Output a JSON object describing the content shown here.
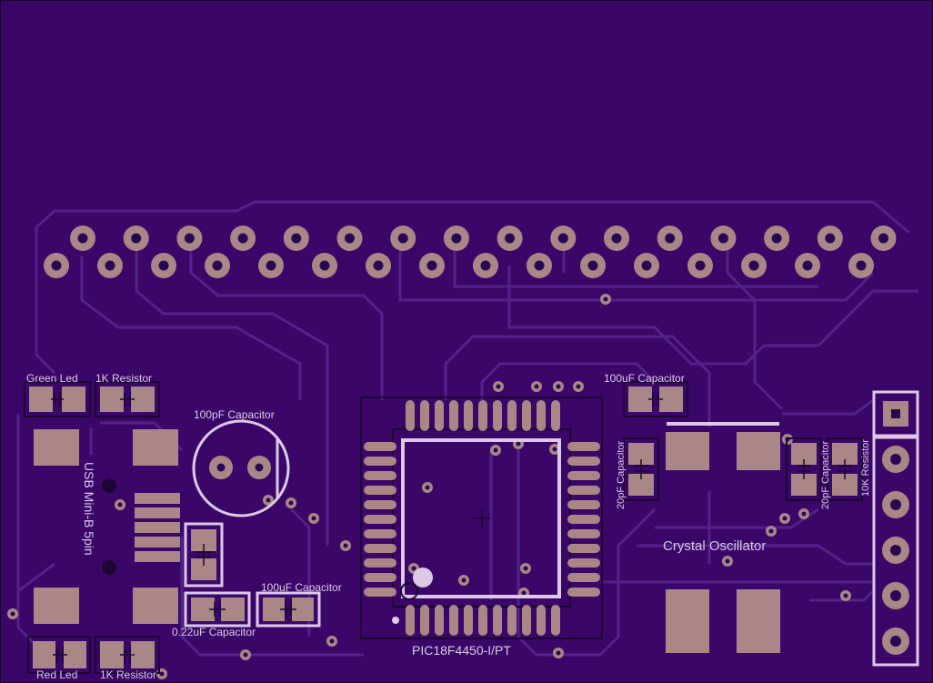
{
  "board": {
    "colors": {
      "substrate": "#3a0768",
      "trace": "#52218a",
      "copper": "#a98787",
      "silkscreen": "#dcc9e8",
      "drill": "#2a0752"
    },
    "labels": {
      "green_led": "Green Led",
      "resistor_top": "1K Resistor",
      "cap_100pf": "100pF Capacitor",
      "cap_100uf_top": "100uF Capacitor",
      "cap_20pf_left": "20pF Capacitor",
      "cap_20pf_right": "20pF Capacitor",
      "resistor_10k": "10K Resistor",
      "usb": "USB Mini-B 5pin",
      "crystal": "Crystal Oscillator",
      "cap_100uf_bottom": "100uF Capacitor",
      "cap_022uf": "0.22uF Capacitor",
      "red_led": "Red Led",
      "resistor_bottom": "1K Resistor",
      "mcu": "PIC18F4450-I/PT"
    }
  }
}
